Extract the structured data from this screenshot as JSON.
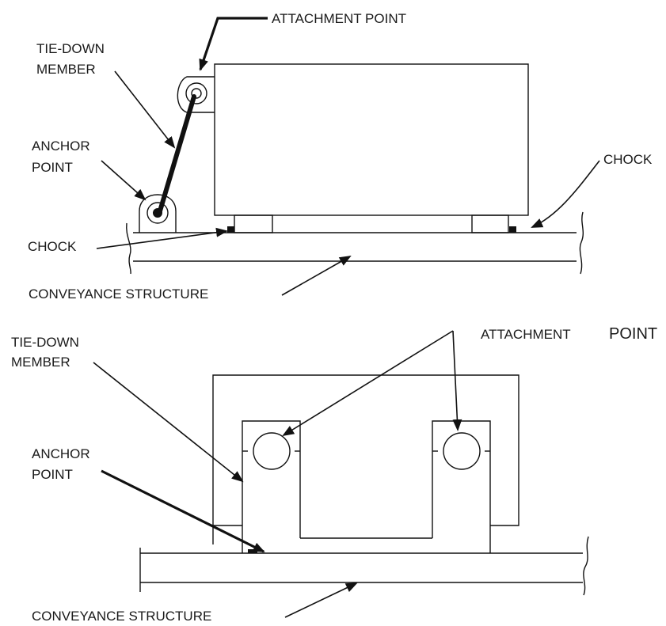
{
  "figure": {
    "top_view": {
      "labels": {
        "attachment_point": "ATTACHMENT POINT",
        "tie_down_member_1": "TIE-DOWN",
        "tie_down_member_2": "MEMBER",
        "anchor_point_1": "ANCHOR",
        "anchor_point_2": "POINT",
        "chock_right": "CHOCK",
        "chock_left": "CHOCK",
        "conveyance_structure": "CONVEYANCE STRUCTURE"
      }
    },
    "bottom_view": {
      "labels": {
        "tie_down_member_1": "TIE-DOWN",
        "tie_down_member_2": "MEMBER",
        "attachment_point_a": "ATTACHMENT",
        "attachment_point_b": "POINT",
        "anchor_point_1": "ANCHOR",
        "anchor_point_2": "POINT",
        "conveyance_structure": "CONVEYANCE STRUCTURE"
      }
    }
  }
}
